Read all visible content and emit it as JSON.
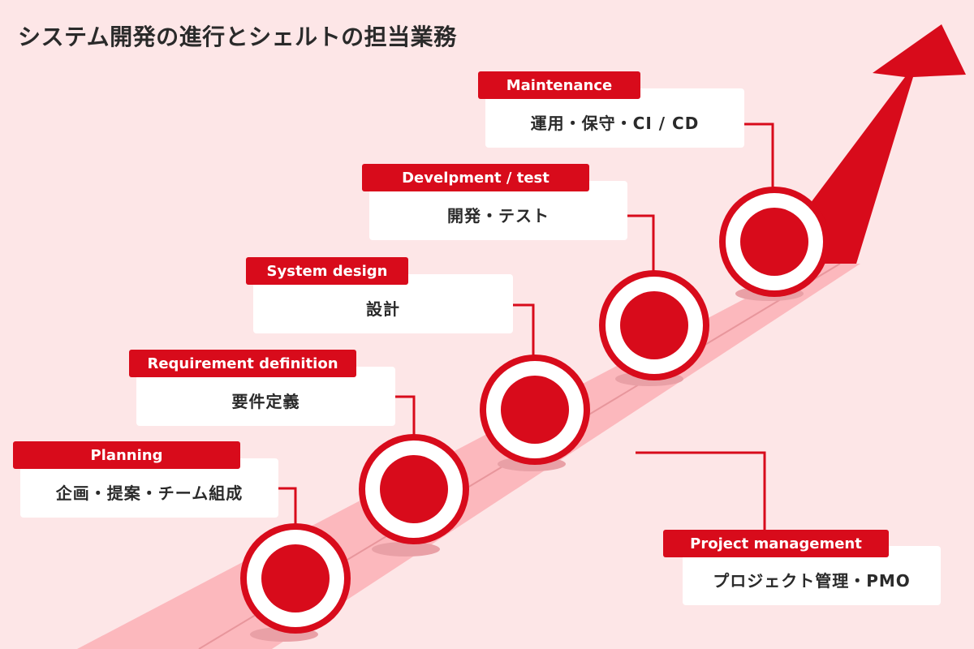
{
  "title": "システム開発の進行とシェルトの担当業務",
  "colors": {
    "accent": "#d80b1b",
    "background": "#fde6e7",
    "road": "#fcb8bd",
    "card": "#ffffff"
  },
  "stages": [
    {
      "tag": "Planning",
      "label": "企画・提案・チーム組成"
    },
    {
      "tag": "Requirement definition",
      "label": "要件定義"
    },
    {
      "tag": "System design",
      "label": "設計"
    },
    {
      "tag": "Develpment / test",
      "label": "開発・テスト"
    },
    {
      "tag": "Maintenance",
      "label": "運用・保守・CI / CD"
    }
  ],
  "project_management": {
    "tag": "Project management",
    "label": "プロジェクト管理・PMO"
  }
}
